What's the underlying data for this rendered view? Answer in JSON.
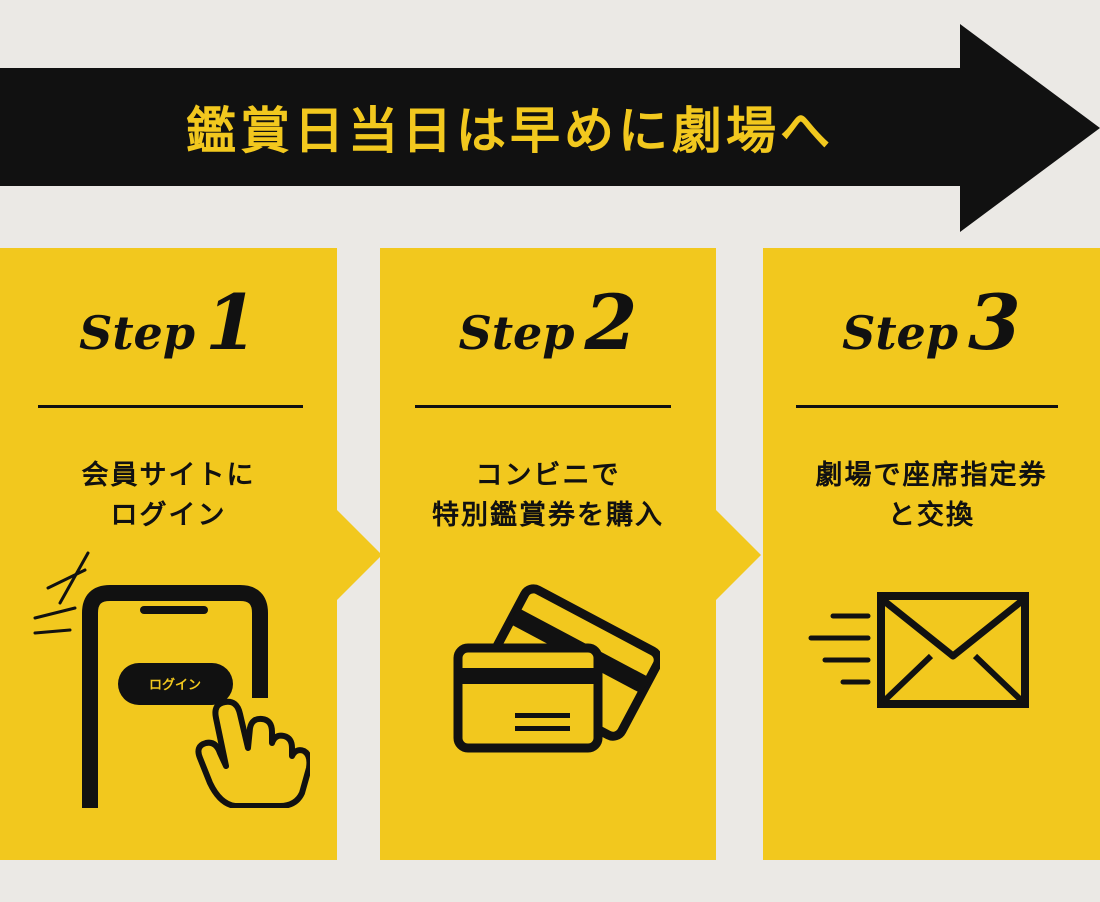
{
  "banner": {
    "title": "鑑賞日当日は早めに劇場へ"
  },
  "steps": [
    {
      "word": "Step",
      "number": "1",
      "lines": [
        "会員サイトに",
        "ログイン"
      ],
      "button_label": "ログイン"
    },
    {
      "word": "Step",
      "number": "2",
      "lines": [
        "コンビニで",
        "特別鑑賞券を購入"
      ]
    },
    {
      "word": "Step",
      "number": "3",
      "lines": [
        "劇場で座席指定券",
        "と交換"
      ]
    }
  ],
  "colors": {
    "accent": "#f2c81e",
    "ink": "#111111",
    "background": "#ebe9e5"
  },
  "icons": [
    "smartphone-tap-icon",
    "credit-card-icon",
    "envelope-icon"
  ]
}
